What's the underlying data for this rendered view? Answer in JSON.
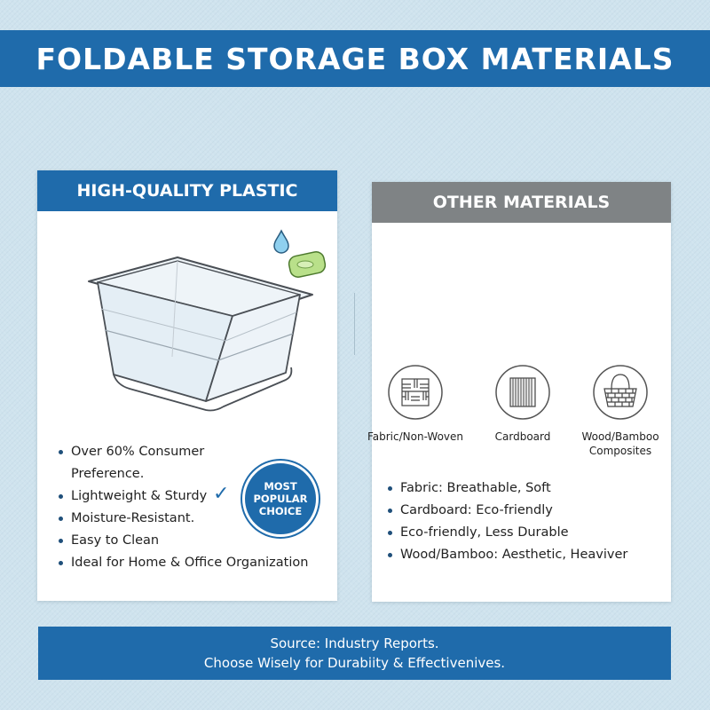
{
  "title": "FOLDABLE STORAGE BOX MATERIALS",
  "left_card": {
    "header": "HIGH-QUALITY PLASTIC",
    "bullets": [
      "Over 60% Consumer Preference.",
      "Lightweight & Sturdy",
      "Moisture-Resistant.",
      "Easy to Clean",
      "Ideal for Home & Office Organization"
    ],
    "badge_lines": [
      "MOST",
      "POPULAR",
      "CHOICE"
    ],
    "icons": [
      "plastic-storage-box",
      "water-drop-icon",
      "sponge-icon",
      "check-icon"
    ]
  },
  "right_card": {
    "header": "OTHER MATERIALS",
    "materials": [
      {
        "label": "Fabric/Non-Woven",
        "icon": "woven-fabric-icon"
      },
      {
        "label": "Cardboard",
        "icon": "corrugated-cardboard-icon"
      },
      {
        "label": "Wood/Bamboo Composites",
        "icon": "bamboo-basket-icon"
      }
    ],
    "bullets": [
      "Fabric: Breathable, Soft",
      "Cardboаrd: Eco-friendly",
      "Eco-friendly, Less Durable",
      "Wood/Bamboo: Aesthetic, Heaviver"
    ]
  },
  "footer": {
    "line1": "Source: Industry Reports.",
    "line2": "Choose Wisely for Durabiity & Effectivenives."
  },
  "colors": {
    "primary_blue": "#1f6bab",
    "grey_header": "#7f8385",
    "background": "#cfe3ee",
    "sponge_green": "#b9e08a",
    "drop_blue": "#8fd0ef"
  }
}
